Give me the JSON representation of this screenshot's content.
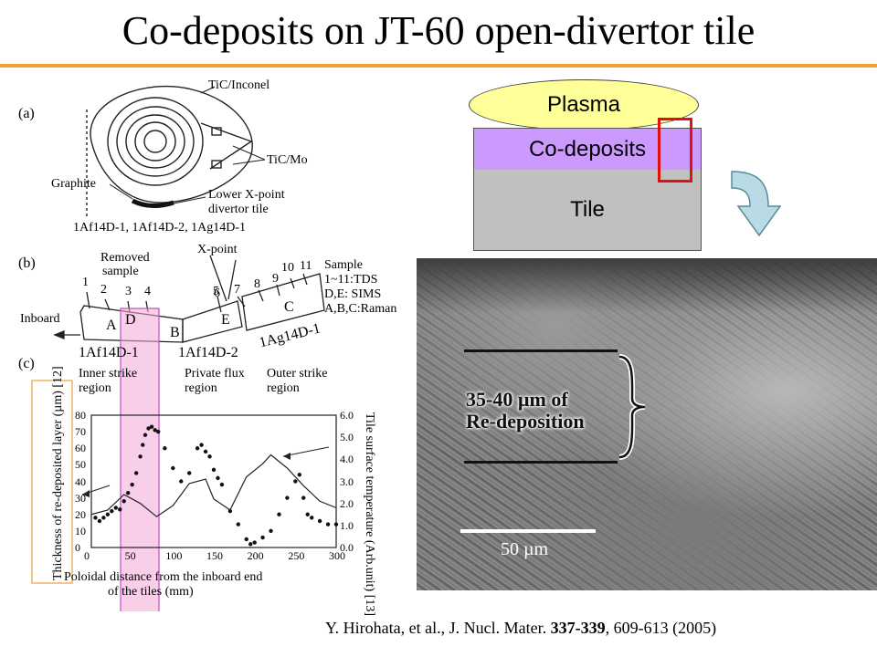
{
  "title": "Co-deposits on JT-60 open-divertor tile",
  "colors": {
    "accent_rule": "#f2a22c",
    "plasma": "#ffff99",
    "codeposits": "#cc99ff",
    "tile": "#c0c0c0",
    "highlight": "#e01010",
    "strip": "#f4a6d7"
  },
  "figure_left": {
    "panel_a": {
      "tag": "(a)",
      "labels": {
        "tic_inconel": "TiC/Inconel",
        "tic_mo": "TiC/Mo",
        "graphite": "Graphite",
        "lower_xpoint": "Lower X-point",
        "divertor_tile": "divertor tile",
        "tile_ids": "1Af14D-1, 1Af14D-2, 1Ag14D-1"
      }
    },
    "panel_b": {
      "tag": "(b)",
      "labels": {
        "removed": "Removed",
        "sample": "sample",
        "xpoint": "X-point",
        "inboard": "Inboard",
        "legend_title": "Sample",
        "legend_1": "1~11:TDS",
        "legend_2": "D,E: SIMS",
        "legend_3": "A,B,C:Raman",
        "tile_1": "1Af14D-1",
        "tile_2": "1Af14D-2",
        "tile_3": "1Ag14D-1",
        "sample_numbers": [
          "1",
          "2",
          "3",
          "4",
          "5",
          "6",
          "7",
          "8",
          "9",
          "10",
          "11"
        ],
        "region_letters": [
          "A",
          "D",
          "B",
          "E",
          "C"
        ]
      }
    },
    "panel_c": {
      "tag": "(c)",
      "regions": [
        "Inner strike",
        "region",
        "Private flux",
        "region",
        "Outer strike",
        "region"
      ],
      "ylabel_left": "Thickness of re-deposited layer (µm) [12]",
      "ylabel_right": "Tile surface temperature (Arb.unit) [13]",
      "xlabel_1": "Poloidal distance from the inboard end",
      "xlabel_2": "of the tiles   (mm)"
    }
  },
  "chart_data": {
    "type": "scatter",
    "x": [
      0,
      50,
      100,
      150,
      200,
      250,
      300
    ],
    "xlim": [
      0,
      300
    ],
    "y_left_ticks": [
      0,
      10,
      20,
      30,
      40,
      50,
      60,
      70,
      80
    ],
    "ylim": [
      0,
      80
    ],
    "y_right_ticks": [
      "0.0",
      "1.0",
      "2.0",
      "3.0",
      "4.0",
      "5.0",
      "6.0"
    ],
    "y2lim": [
      0,
      6
    ],
    "series": [
      {
        "points": [
          [
            5,
            18
          ],
          [
            10,
            16
          ],
          [
            15,
            18
          ],
          [
            20,
            20
          ],
          [
            25,
            22
          ],
          [
            30,
            24
          ],
          [
            35,
            23
          ],
          [
            40,
            28
          ],
          [
            45,
            33
          ],
          [
            50,
            38
          ],
          [
            55,
            45
          ],
          [
            60,
            55
          ],
          [
            63,
            62
          ],
          [
            66,
            68
          ],
          [
            70,
            72
          ],
          [
            74,
            73
          ],
          [
            78,
            71
          ],
          [
            82,
            70
          ],
          [
            90,
            60
          ],
          [
            100,
            48
          ],
          [
            110,
            40
          ],
          [
            120,
            45
          ],
          [
            130,
            60
          ],
          [
            135,
            62
          ],
          [
            140,
            58
          ],
          [
            145,
            55
          ],
          [
            150,
            47
          ],
          [
            155,
            42
          ],
          [
            160,
            38
          ],
          [
            170,
            22
          ],
          [
            180,
            14
          ],
          [
            190,
            5
          ],
          [
            195,
            2
          ],
          [
            200,
            3
          ],
          [
            210,
            6
          ],
          [
            220,
            10
          ],
          [
            230,
            20
          ],
          [
            240,
            30
          ],
          [
            250,
            40
          ],
          [
            255,
            44
          ],
          [
            260,
            30
          ],
          [
            265,
            20
          ],
          [
            270,
            18
          ],
          [
            280,
            16
          ],
          [
            290,
            14
          ],
          [
            300,
            14
          ]
        ]
      },
      {
        "points": [
          [
            0,
            1.5
          ],
          [
            20,
            1.7
          ],
          [
            40,
            2.4
          ],
          [
            60,
            2.0
          ],
          [
            80,
            1.4
          ],
          [
            100,
            1.9
          ],
          [
            120,
            2.9
          ],
          [
            140,
            3.1
          ],
          [
            150,
            2.2
          ],
          [
            170,
            1.7
          ],
          [
            190,
            3.2
          ],
          [
            210,
            3.8
          ],
          [
            220,
            4.2
          ],
          [
            240,
            3.6
          ],
          [
            260,
            2.8
          ],
          [
            280,
            2.1
          ],
          [
            300,
            1.8
          ]
        ]
      }
    ]
  },
  "diagram": {
    "plasma": "Plasma",
    "codeposits": "Co-deposits",
    "tile": "Tile"
  },
  "sem": {
    "annotation_1": "35-40 µm of",
    "annotation_2": "Re-deposition",
    "scale_label": "50 µm"
  },
  "citation": {
    "prefix": "Y. Hirohata, et al., J. Nucl. Mater. ",
    "volume": "337-339",
    "suffix": ", 609-613 (2005)"
  }
}
